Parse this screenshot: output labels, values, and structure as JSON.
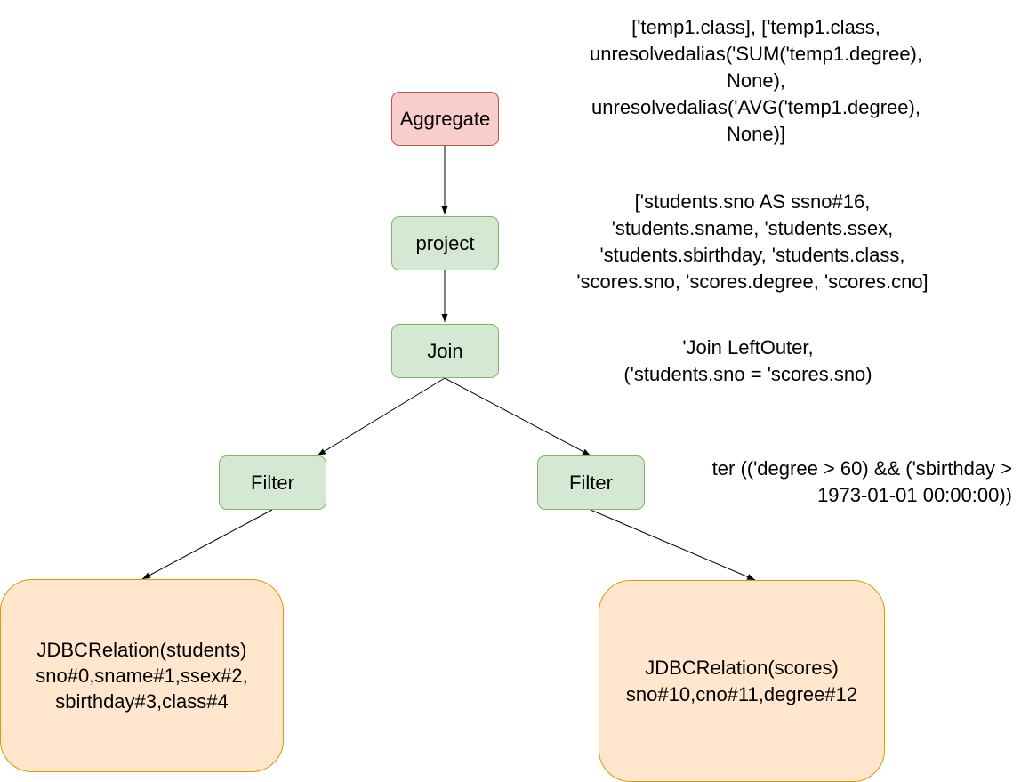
{
  "diagram": {
    "nodes": {
      "aggregate": "Aggregate",
      "project": "project",
      "join": "Join",
      "filter_left": "Filter",
      "filter_right": "Filter",
      "relation_students": "JDBCRelation(students)\nsno#0,sname#1,ssex#2,\nsbirthday#3,class#4",
      "relation_scores": "JDBCRelation(scores)\nsno#10,cno#11,degree#12"
    },
    "annotations": {
      "aggregate": "['temp1.class], ['temp1.class,\nunresolvedalias('SUM('temp1.degree),\nNone),\nunresolvedalias('AVG('temp1.degree),\nNone)]",
      "project": "['students.sno AS ssno#16,\n'students.sname, 'students.ssex,\n'students.sbirthday, 'students.class,\n'scores.sno, 'scores.degree, 'scores.cno]",
      "join": "'Join LeftOuter,\n('students.sno = 'scores.sno)",
      "filter_right": "ter (('degree > 60) && ('sbirthday >\n1973-01-01 00:00:00))"
    }
  },
  "colors": {
    "red_fill": "#f8cecc",
    "red_stroke": "#b85450",
    "green_fill": "#d5e8d4",
    "green_stroke": "#82b366",
    "orange_fill": "#ffe6cc",
    "orange_stroke": "#d79b00",
    "edge": "#000000"
  }
}
